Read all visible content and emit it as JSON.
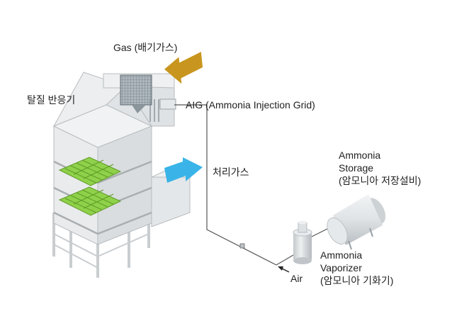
{
  "labels": {
    "gas": "Gas (배기가스)",
    "reactor": "탈질 반응기",
    "aig": "AIG (Ammonia Injection Grid)",
    "treated_gas": "처리가스",
    "storage": [
      "Ammonia",
      "Storage",
      "(암모니아 저장설비)"
    ],
    "vaporizer": [
      "Ammonia",
      "Vaporizer",
      "(암모니아 기화기)"
    ],
    "air": "Air"
  },
  "colors": {
    "gas_arrow": "#c8961e",
    "treated_arrow": "#3ab4e8",
    "catalyst": "#7cc242",
    "structure": "#e4e6e7",
    "pipe": "#555555"
  },
  "icons": [
    "gas-inlet-arrow",
    "treated-gas-arrow",
    "ammonia-storage-tank",
    "ammonia-vaporizer",
    "air-inlet-arrow"
  ]
}
